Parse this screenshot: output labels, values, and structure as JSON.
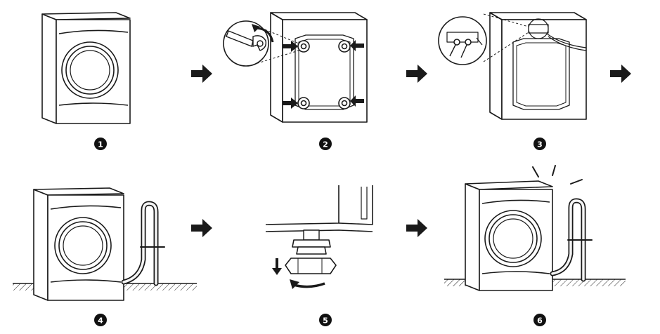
{
  "steps": [
    {
      "number": "1"
    },
    {
      "number": "2"
    },
    {
      "number": "3"
    },
    {
      "number": "4"
    },
    {
      "number": "5"
    },
    {
      "number": "6"
    }
  ],
  "icons": {
    "flow_arrow": "right-arrow-icon",
    "wrench": "wrench-icon",
    "rotate": "counterclockwise-arrow-icon",
    "down": "down-arrow-icon"
  },
  "colors": {
    "stroke": "#1a1a1a",
    "badge": "#111111",
    "badge_text": "#ffffff",
    "fill_light": "#f4f4f4"
  }
}
